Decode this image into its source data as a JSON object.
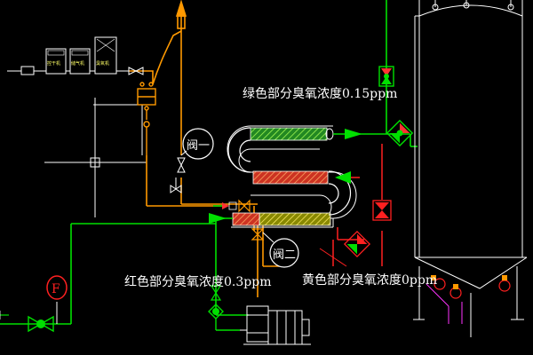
{
  "labels": {
    "green_zone": "绿色部分臭氧浓度0.15ppm",
    "red_zone": "红色部分臭氧浓度0.3ppm",
    "yellow_zone": "黄色部分臭氧浓度0ppm",
    "valve_1": "阀一",
    "valve_2": "阀二",
    "flow_meter": "F"
  },
  "equipment_panels": [
    "控干机",
    "储气机",
    "臭氧机"
  ],
  "colors": {
    "green_pipe": "#00e000",
    "orange_pipe": "#ff9900",
    "red_pipe": "#ff2020",
    "white_line": "#ffffff",
    "magenta": "#ff33ff",
    "background": "#000000"
  }
}
